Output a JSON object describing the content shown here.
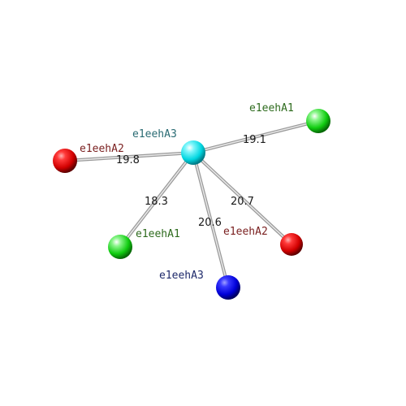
{
  "nodes": [
    {
      "id": "center",
      "label": "e1eehA3",
      "color": "#00e5ee",
      "label_color": "#2a6b73"
    },
    {
      "id": "tr",
      "label": "e1eehA1",
      "color": "#11dd11",
      "label_color": "#2e6b1e"
    },
    {
      "id": "left",
      "label": "e1eehA2",
      "color": "#ee0000",
      "label_color": "#7a1f1f"
    },
    {
      "id": "bl",
      "label": "e1eehA1",
      "color": "#11dd11",
      "label_color": "#2e6b1e"
    },
    {
      "id": "br",
      "label": "e1eehA2",
      "color": "#ee0000",
      "label_color": "#7a1f1f"
    },
    {
      "id": "bottom",
      "label": "e1eehA3",
      "color": "#0000ee",
      "label_color": "#1f2a6b"
    }
  ],
  "edges": [
    {
      "from": "center",
      "to": "tr",
      "label": "19.1"
    },
    {
      "from": "center",
      "to": "left",
      "label": "19.8"
    },
    {
      "from": "center",
      "to": "bl",
      "label": "18.3"
    },
    {
      "from": "center",
      "to": "bottom",
      "label": "20.6"
    },
    {
      "from": "center",
      "to": "br",
      "label": "20.7"
    }
  ]
}
